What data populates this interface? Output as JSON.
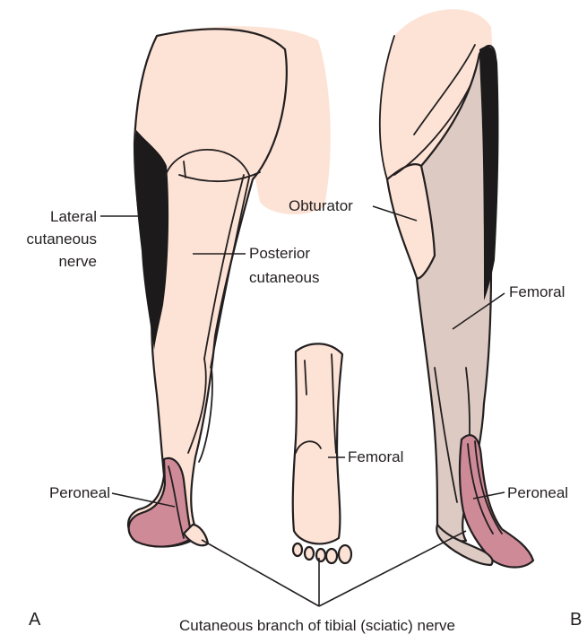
{
  "colors": {
    "skin": "#fde3d6",
    "femoral_zone": "#dccac3",
    "peroneal_zone": "#cf8a98",
    "lateral_cutaneous_zone": "#1c1a1b",
    "outline": "#231f20"
  },
  "panels": {
    "a": "A",
    "b": "B"
  },
  "labels": {
    "lateral_cutaneous": [
      "Lateral",
      "cutaneous",
      "nerve"
    ],
    "posterior_cutaneous": [
      "Posterior",
      "cutaneous"
    ],
    "obturator": "Obturator",
    "femoral_thigh": "Femoral",
    "femoral_foot": "Femoral",
    "peroneal_a": "Peroneal",
    "peroneal_b": "Peroneal",
    "tibial": "Cutaneous branch of tibial (sciatic) nerve"
  }
}
